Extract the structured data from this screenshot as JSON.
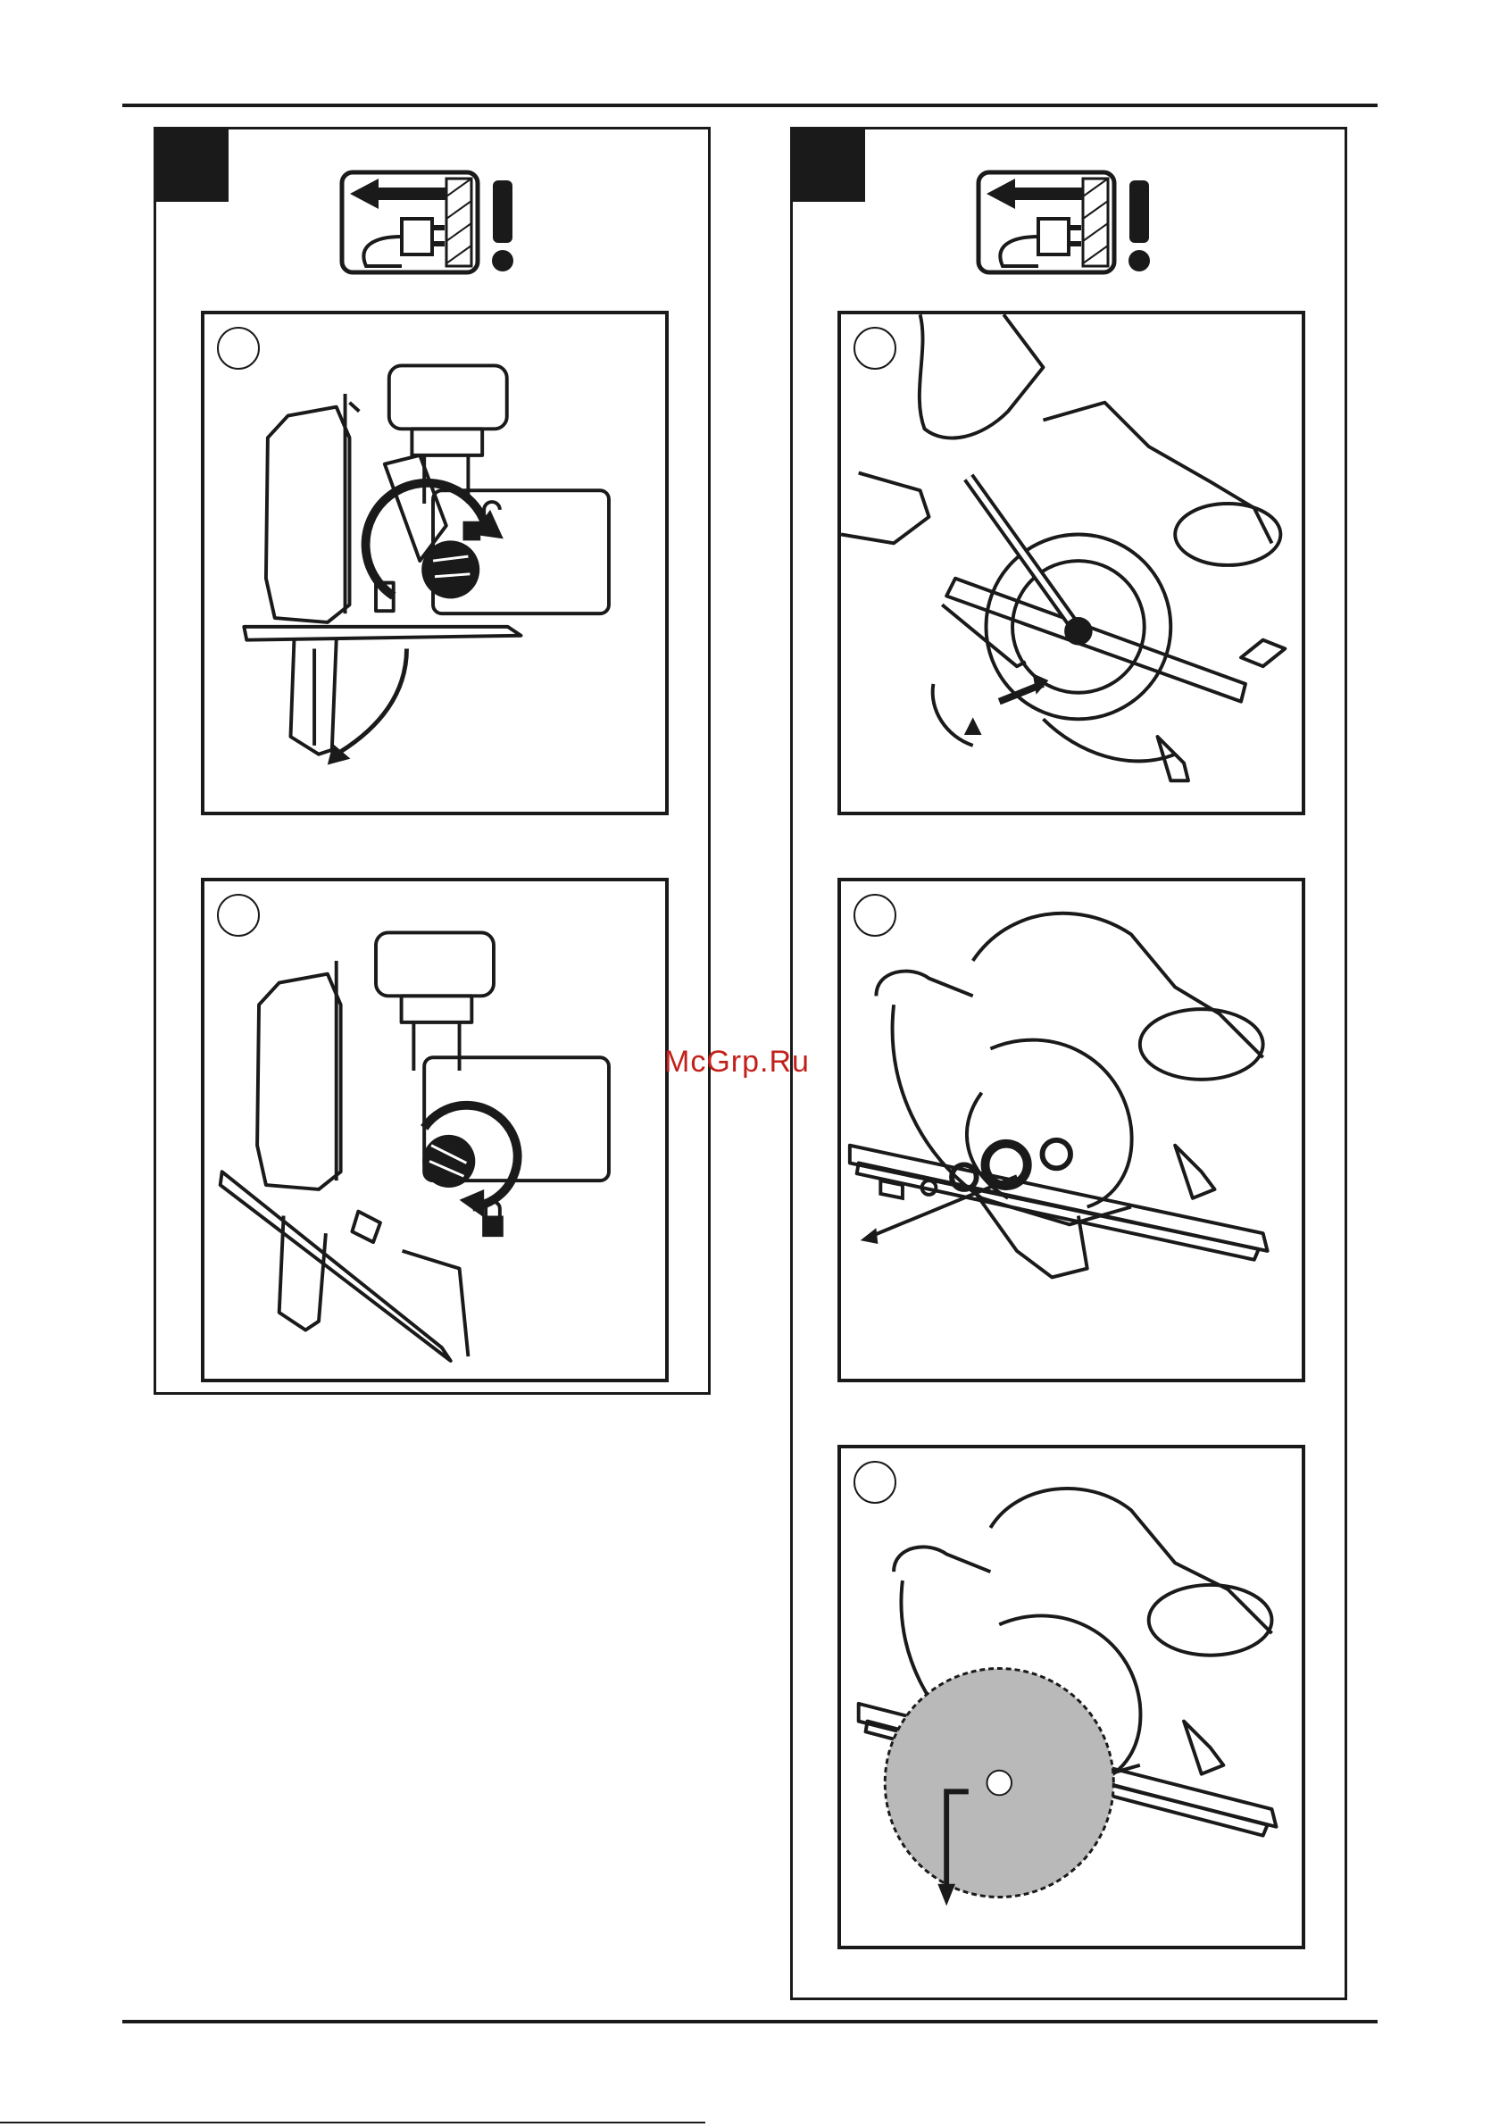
{
  "watermark": "McGrp.Ru",
  "colors": {
    "ink": "#1a1a1a",
    "watermark": "#c2201a",
    "blade_fill": "#b9b9b9"
  },
  "icons": {
    "warning": "unplug-before-service-icon",
    "unlock": "open-padlock-icon",
    "lock": "closed-padlock-icon"
  },
  "panels": [
    {
      "figures": [
        "depth-adjust-unlock",
        "depth-adjust-lock"
      ]
    },
    {
      "figures": [
        "spindle-lock-wrench",
        "remove-flange-and-bolt",
        "insert-new-blade"
      ]
    }
  ]
}
